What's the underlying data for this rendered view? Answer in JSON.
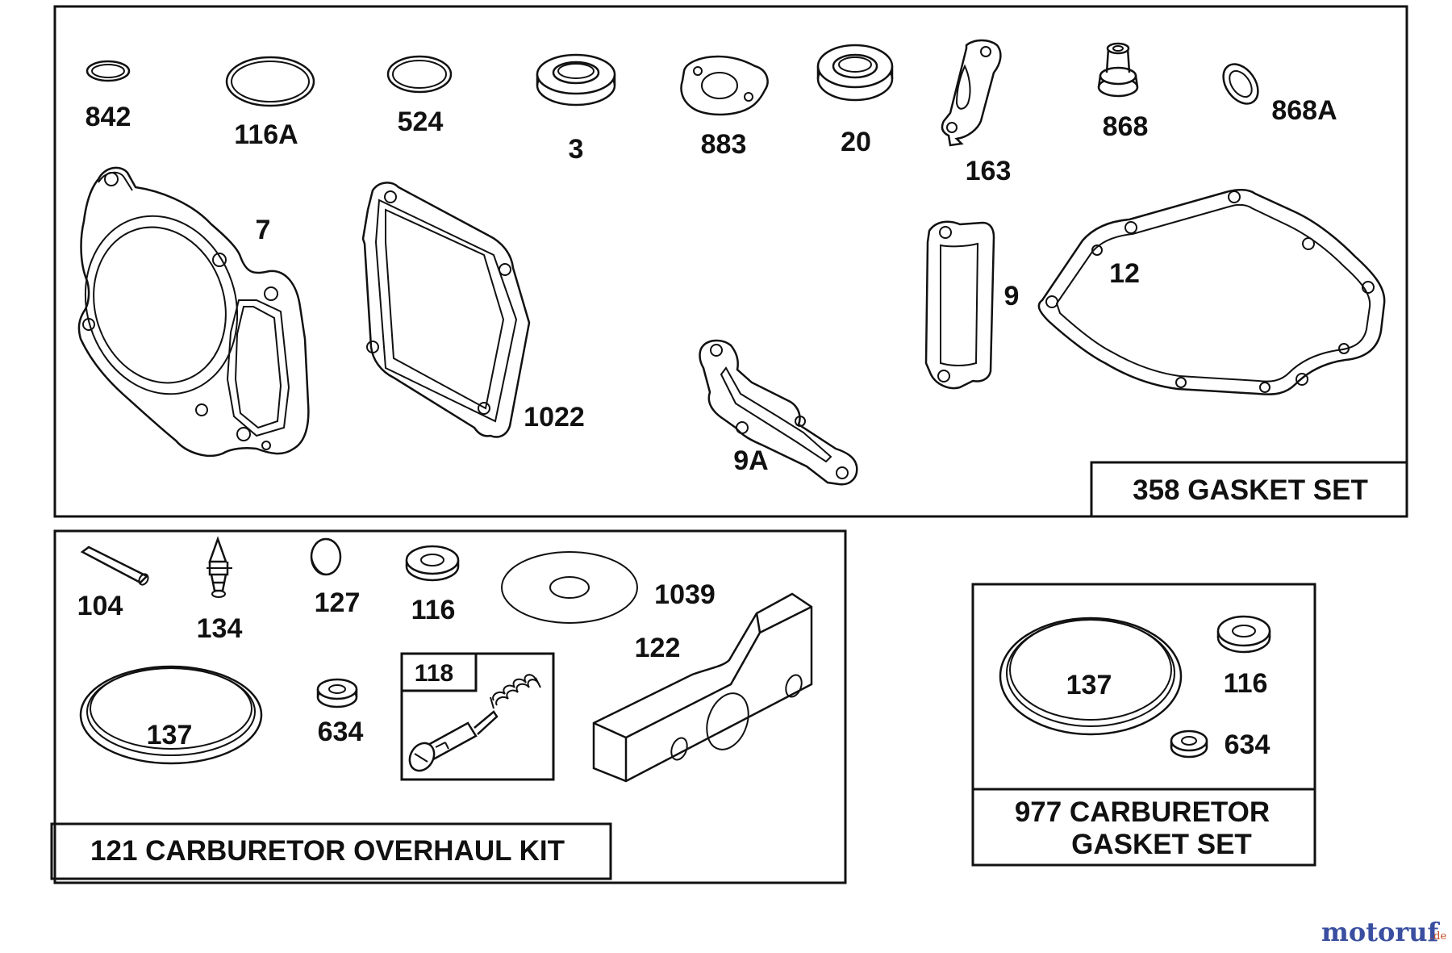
{
  "panels": {
    "gasket_set": {
      "title": "358 GASKET SET"
    },
    "overhaul_kit": {
      "title": "121 CARBURETOR OVERHAUL KIT"
    },
    "carb_gasket_set": {
      "title_line1": "977 CARBURETOR",
      "title_line2": "GASKET SET"
    }
  },
  "labels": {
    "p842": "842",
    "p116A": "116A",
    "p524": "524",
    "p3": "3",
    "p883": "883",
    "p20": "20",
    "p163": "163",
    "p868": "868",
    "p868A": "868A",
    "p7": "7",
    "p1022": "1022",
    "p9A": "9A",
    "p9": "9",
    "p12": "12",
    "k104": "104",
    "k134": "134",
    "k127": "127",
    "k116": "116",
    "k1039": "1039",
    "k122": "122",
    "k118": "118",
    "k137": "137",
    "k634": "634",
    "c137": "137",
    "c116": "116",
    "c634": "634"
  },
  "brand": {
    "name": "motoruf",
    "suffix": ".de"
  }
}
